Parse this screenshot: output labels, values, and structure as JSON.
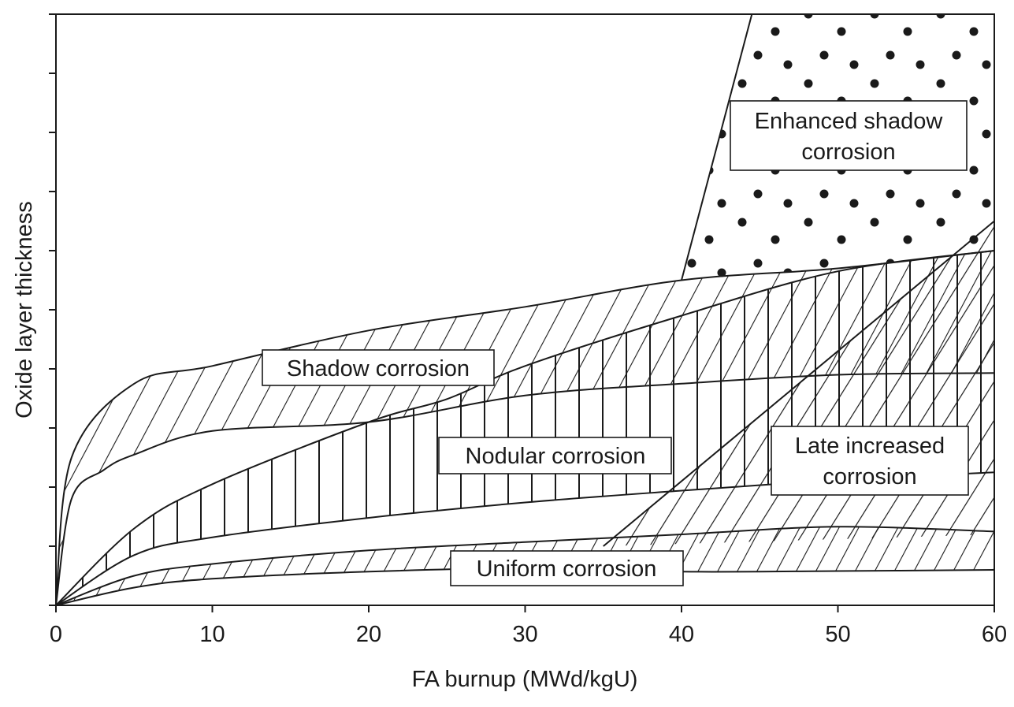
{
  "chart_data": {
    "type": "area",
    "title": "",
    "xlabel": "FA burnup (MWd/kgU)",
    "ylabel": "Oxide layer thickness",
    "xlim": [
      0,
      60
    ],
    "ylim": [
      0,
      10
    ],
    "x_ticks": [
      0,
      10,
      20,
      30,
      40,
      50,
      60
    ],
    "x_tick_labels": [
      "0",
      "10",
      "20",
      "30",
      "40",
      "50",
      "60"
    ],
    "y_ticks": [
      0,
      1,
      2,
      3,
      4,
      5,
      6,
      7,
      8,
      9,
      10
    ],
    "y_tick_labels_shown": false,
    "grid": false,
    "regions": [
      {
        "name": "Uniform corrosion",
        "pattern": "diagonal-hatch",
        "upper": {
          "x": [
            0,
            5,
            10,
            20,
            30,
            40,
            50,
            60
          ],
          "y": [
            0,
            0.5,
            0.7,
            0.93,
            1.07,
            1.2,
            1.33,
            1.25
          ]
        },
        "lower": {
          "x": [
            0,
            5,
            10,
            20,
            30,
            40,
            50,
            60
          ],
          "y": [
            0,
            0.3,
            0.45,
            0.57,
            0.63,
            0.57,
            0.58,
            0.6
          ]
        }
      },
      {
        "name": "Nodular corrosion",
        "pattern": "vertical-hatch",
        "upper": {
          "x": [
            0,
            5,
            10,
            20,
            25,
            30,
            40,
            50,
            60
          ],
          "y": [
            0,
            1.3,
            2.05,
            3.1,
            3.49,
            4.05,
            4.9,
            5.65,
            6.0
          ]
        },
        "lower": {
          "x": [
            0,
            5,
            10,
            20,
            30,
            40,
            50,
            60
          ],
          "y": [
            0,
            0.85,
            1.15,
            1.48,
            1.74,
            1.94,
            2.12,
            2.25
          ]
        }
      },
      {
        "name": "Shadow corrosion",
        "pattern": "diagonal-hatch",
        "upper": {
          "x": [
            0,
            1,
            5,
            10,
            20,
            30,
            40,
            50,
            60
          ],
          "y": [
            0,
            2.5,
            3.75,
            4.05,
            4.65,
            5.05,
            5.5,
            5.7,
            6.0
          ]
        },
        "lower": {
          "x": [
            0,
            1,
            3,
            5,
            10,
            20,
            30,
            40,
            50,
            60
          ],
          "y": [
            0,
            1.8,
            2.28,
            2.55,
            2.95,
            3.1,
            3.55,
            3.75,
            3.9,
            3.93
          ]
        }
      },
      {
        "name": "Enhanced shadow corrosion",
        "pattern": "dots",
        "boundary": {
          "x": [
            40,
            44.5
          ],
          "y": [
            5.5,
            10
          ]
        }
      },
      {
        "name": "Late increased corrosion",
        "pattern": "crosshatch",
        "boundary": {
          "x": [
            35,
            60
          ],
          "y": [
            1.0,
            6.5
          ]
        }
      }
    ],
    "annotations": [
      "Enhanced shadow corrosion",
      "Shadow corrosion",
      "Nodular corrosion",
      "Late increased corrosion",
      "Uniform corrosion"
    ]
  },
  "labels": {
    "enhanced_line1": "Enhanced shadow",
    "enhanced_line2": "corrosion",
    "shadow": "Shadow corrosion",
    "nodular": "Nodular corrosion",
    "late_line1": "Late increased",
    "late_line2": "corrosion",
    "uniform": "Uniform corrosion"
  },
  "colors": {
    "ink": "#1a1a1a",
    "background": "#ffffff"
  }
}
